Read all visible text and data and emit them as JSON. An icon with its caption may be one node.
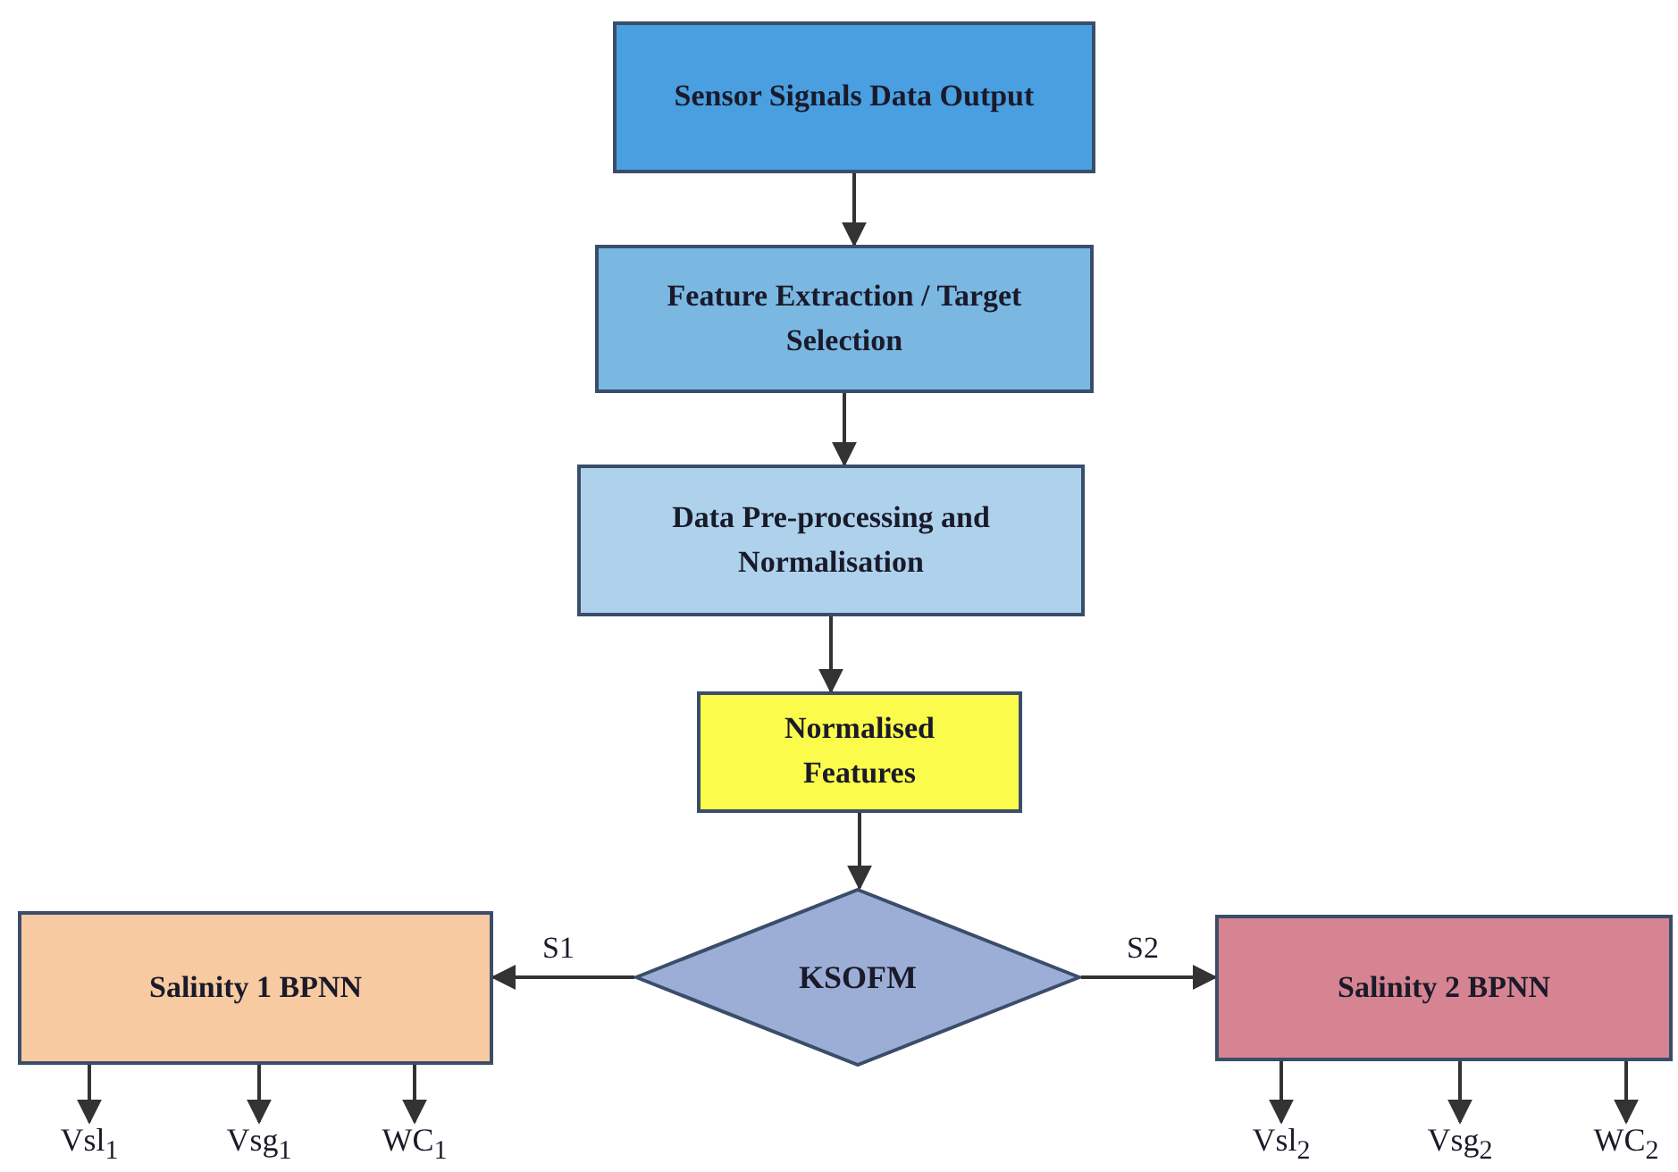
{
  "diagram": {
    "nodes": [
      {
        "text": [
          "Sensor Signals Data Output"
        ]
      },
      {
        "text": [
          "Feature Extraction / Target Selection"
        ]
      },
      {
        "text": [
          "Data Pre-processing and Normalisation"
        ]
      },
      {
        "text": [
          "Normalised Features"
        ]
      },
      {
        "text": [
          "KSOFM"
        ]
      },
      {
        "text": [
          "Salinity 1 BPNN"
        ]
      },
      {
        "text": [
          "Salinity 2 BPNN"
        ]
      },
      {
        "text": [
          "Vsl$_{1}$"
        ]
      },
      {
        "text": [
          "Vsg$_{1}$"
        ]
      },
      {
        "text": [
          "WC$_{1}$"
        ]
      },
      {
        "text": [
          "Vsl$_{2}$"
        ]
      },
      {
        "text": [
          "Vsg$_{2}$"
        ]
      },
      {
        "text": [
          "WC$_{2}$"
        ]
      }
    ],
    "edges": [
      {
        "from": 0,
        "to": 1,
        "arrow": "to"
      },
      {
        "from": 1,
        "to": 2,
        "arrow": "to"
      },
      {
        "from": 2,
        "to": 3,
        "arrow": "to"
      },
      {
        "from": 3,
        "to": 4,
        "arrow": "to"
      },
      {
        "from": 4,
        "to": 5,
        "arrow": "to",
        "label": "S1"
      },
      {
        "from": 4,
        "to": 6,
        "arrow": "to",
        "label": "S2"
      },
      {
        "from": 5,
        "to": 7,
        "arrow": "to"
      },
      {
        "from": 5,
        "to": 8,
        "arrow": "to"
      },
      {
        "from": 5,
        "to": 9,
        "arrow": "to"
      },
      {
        "from": 6,
        "to": 10,
        "arrow": "to"
      },
      {
        "from": 6,
        "to": 11,
        "arrow": "to"
      },
      {
        "from": 6,
        "to": 12,
        "arrow": "to"
      }
    ]
  }
}
